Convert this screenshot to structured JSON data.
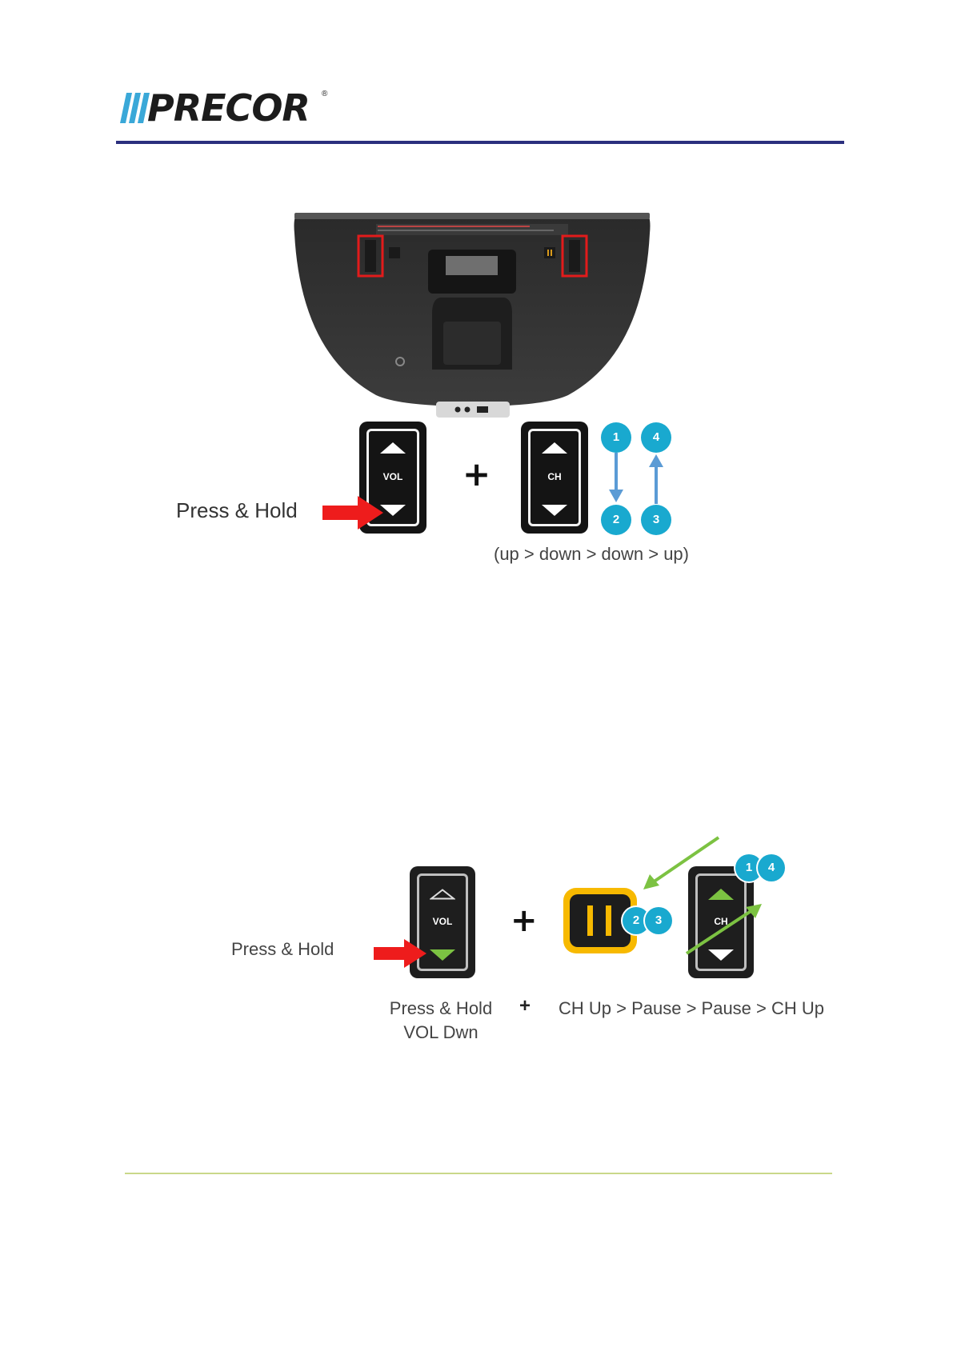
{
  "header": {
    "brand": "PRECOR",
    "registered_mark": "®"
  },
  "figure1": {
    "vol_label": "VOL",
    "ch_label": "CH",
    "plus": "+",
    "press_hold": "Press & Hold",
    "badges": [
      "1",
      "2",
      "3",
      "4"
    ],
    "sequence_caption": "(up > down > down > up)"
  },
  "figure2": {
    "vol_label": "VOL",
    "ch_label": "CH",
    "plus": "+",
    "press_hold": "Press & Hold",
    "badges_left": [
      "2",
      "3"
    ],
    "badges_right": [
      "1",
      "4"
    ],
    "caption_left_line1": "Press & Hold",
    "caption_left_line2": "VOL Dwn",
    "caption_plus": "+",
    "caption_right": "CH Up > Pause > Pause > CH Up"
  },
  "colors": {
    "brand_navy": "#2b2f7e",
    "badge_blue": "#19a9cf",
    "arrow_blue": "#5b9bd5",
    "press_red": "#ee1c1c",
    "accent_green": "#7cc242",
    "pause_yellow": "#f7b900"
  }
}
